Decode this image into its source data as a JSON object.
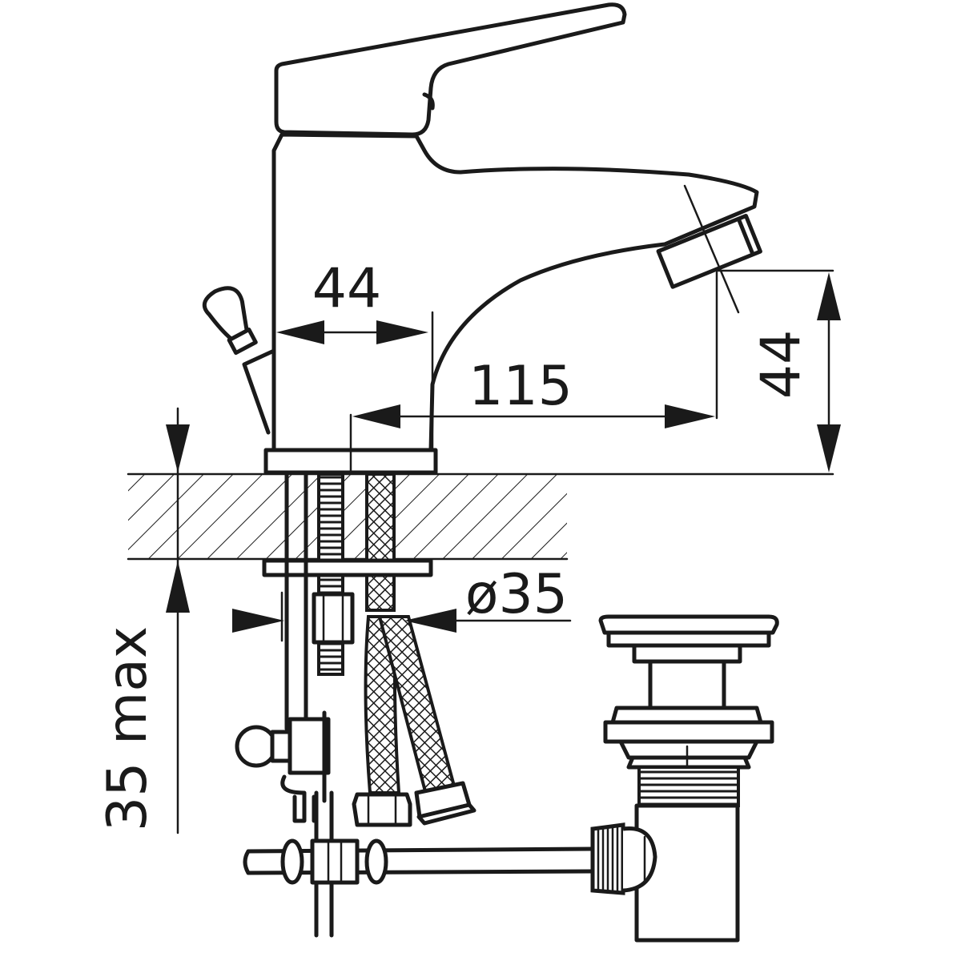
{
  "dimensions": {
    "body_width": "44",
    "spout_reach": "115",
    "spout_height": "44",
    "hole_diameter": "ø35",
    "max_thickness": "35 max"
  }
}
